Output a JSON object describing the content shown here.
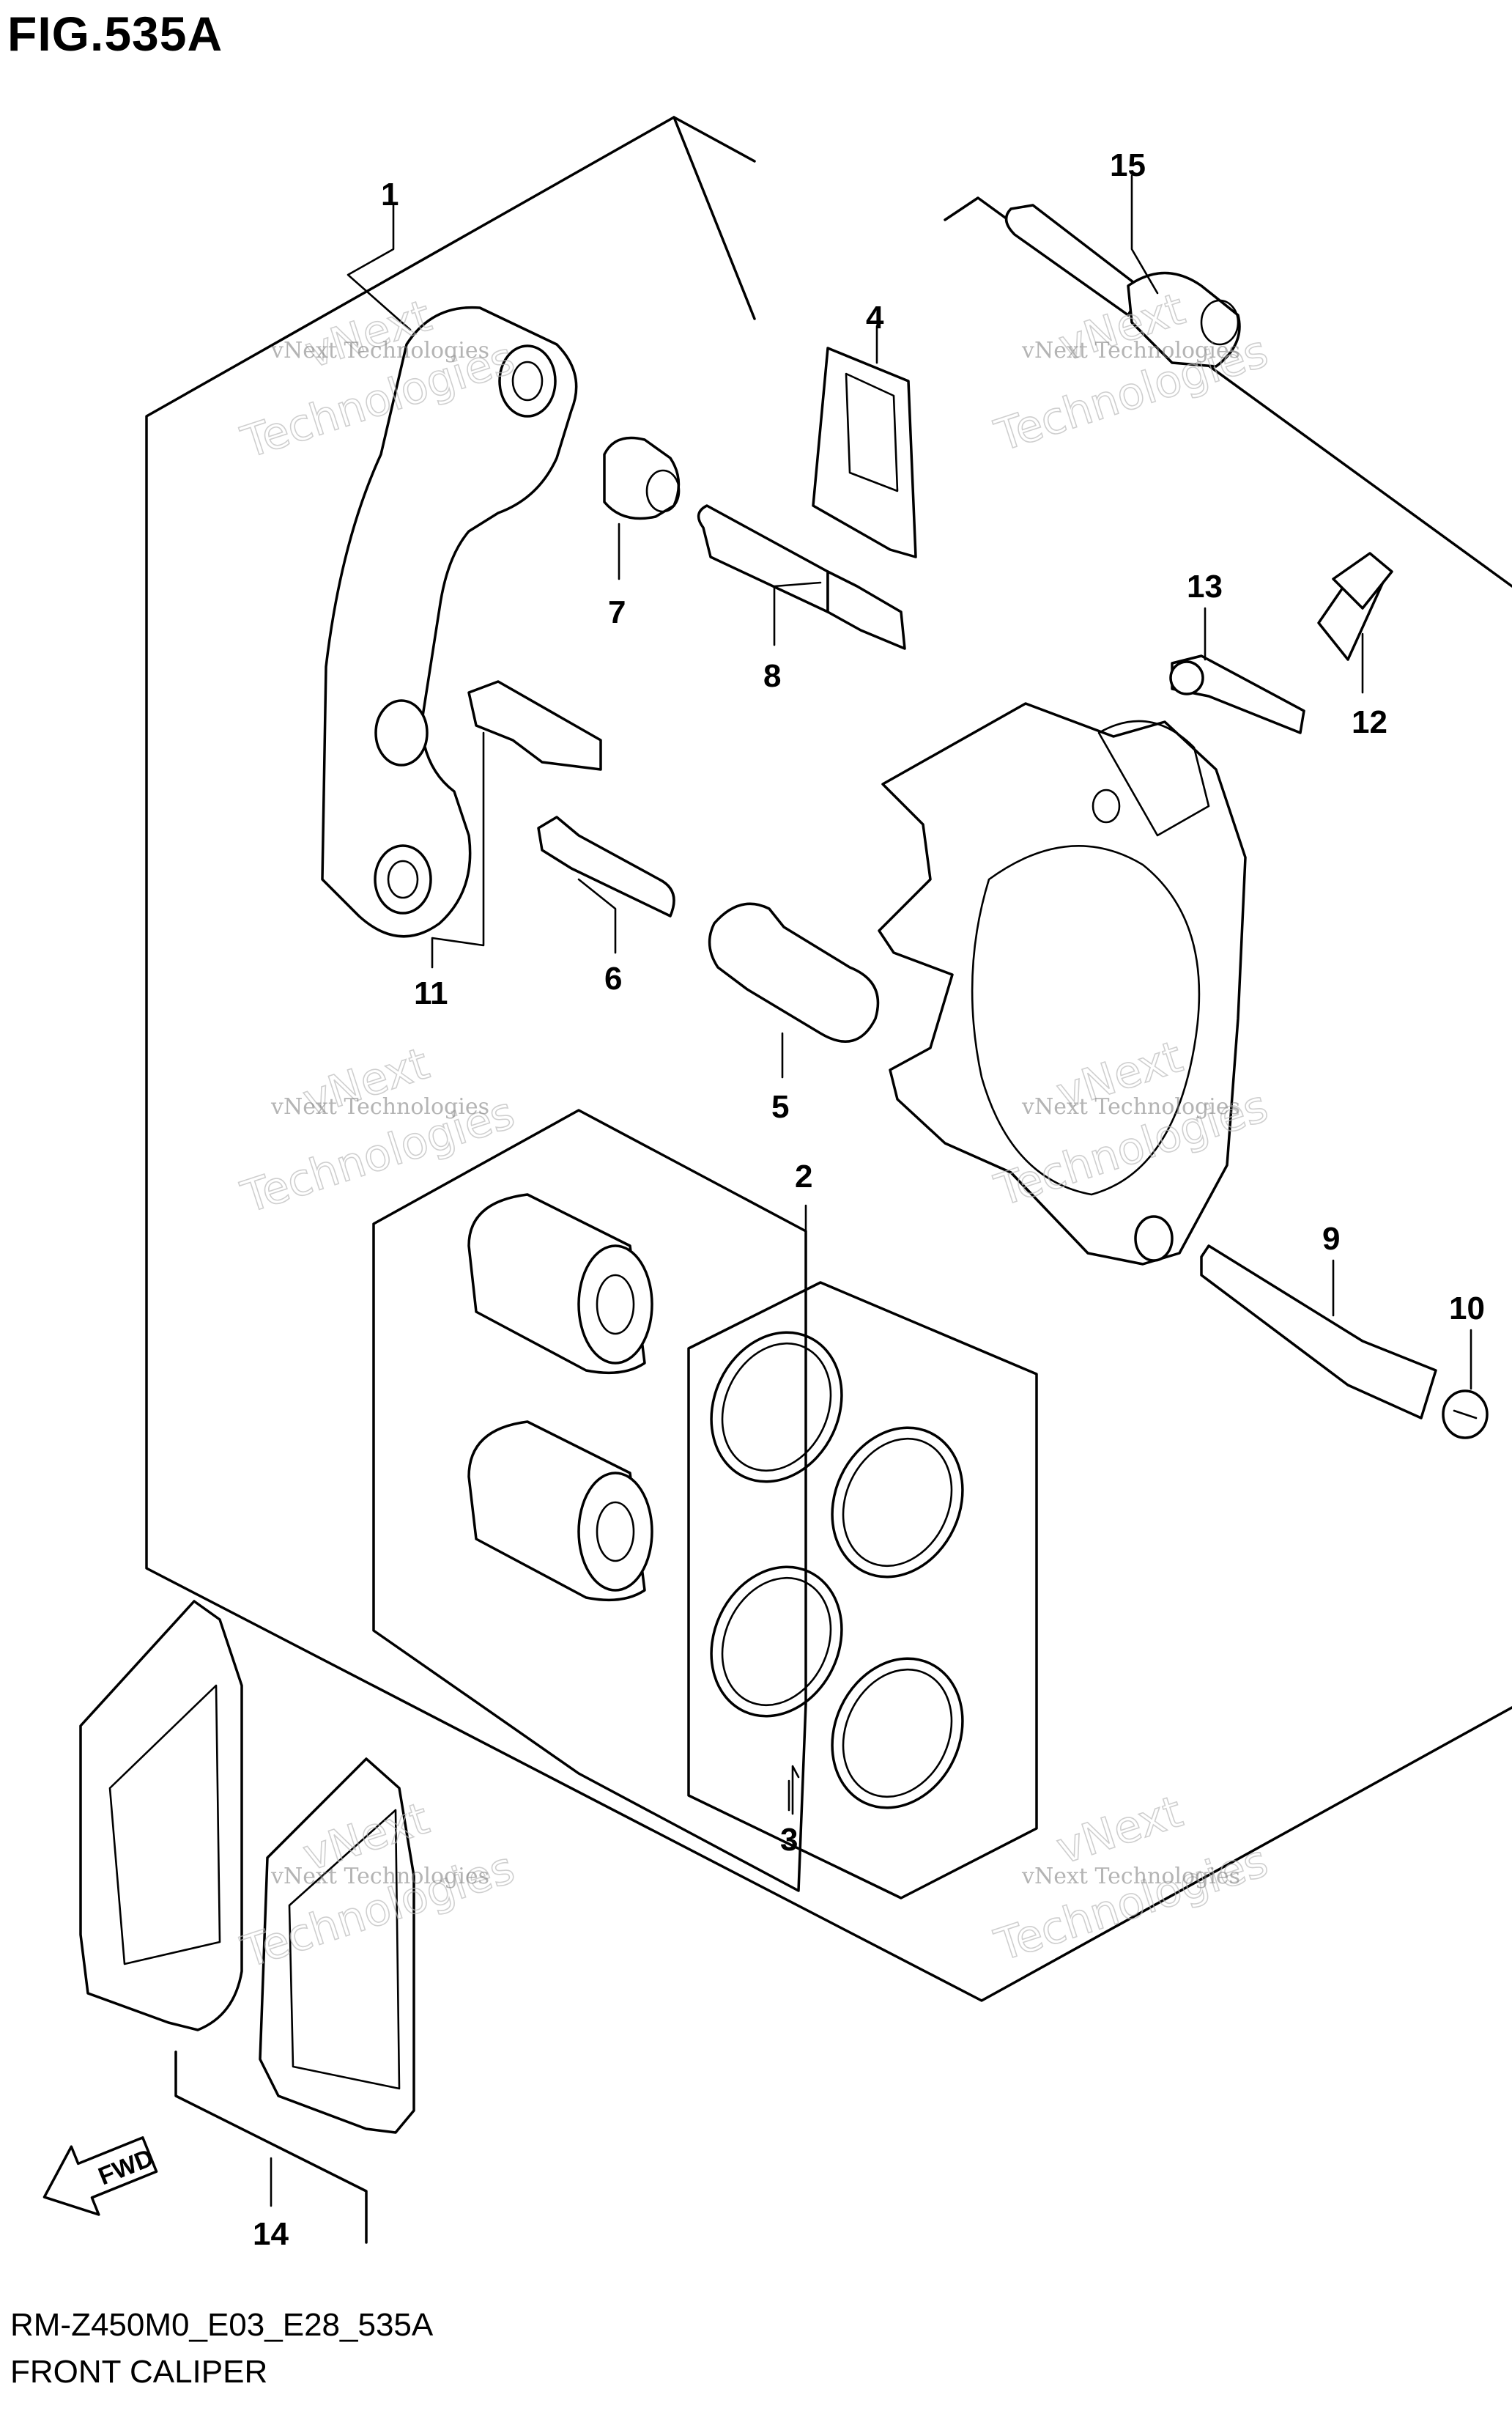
{
  "figure": {
    "title": "FIG.535A",
    "code": "RM-Z450M0_E03_E28_535A",
    "name": "FRONT CALIPER",
    "fwd_label": "FWD"
  },
  "callouts": [
    {
      "id": "1",
      "label": "1"
    },
    {
      "id": "2",
      "label": "2"
    },
    {
      "id": "3",
      "label": "3"
    },
    {
      "id": "4",
      "label": "4"
    },
    {
      "id": "5",
      "label": "5"
    },
    {
      "id": "6",
      "label": "6"
    },
    {
      "id": "7",
      "label": "7"
    },
    {
      "id": "8",
      "label": "8"
    },
    {
      "id": "9",
      "label": "9"
    },
    {
      "id": "10",
      "label": "10"
    },
    {
      "id": "11",
      "label": "11"
    },
    {
      "id": "12",
      "label": "12"
    },
    {
      "id": "13",
      "label": "13"
    },
    {
      "id": "14",
      "label": "14"
    },
    {
      "id": "15",
      "label": "15"
    }
  ],
  "watermark": {
    "line1": "vNext Technologies",
    "line2": "vNext",
    "line3": "Technologies"
  }
}
